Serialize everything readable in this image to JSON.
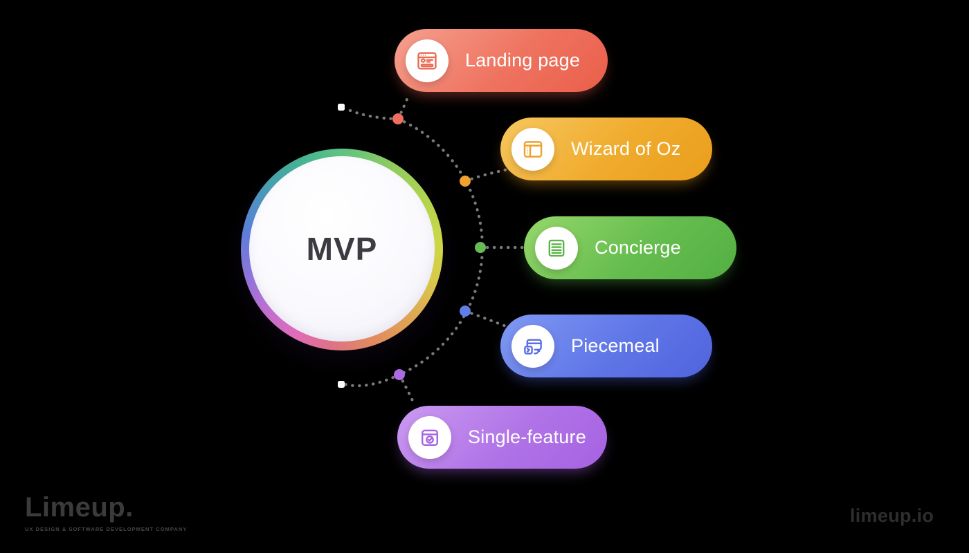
{
  "diagram": {
    "title_hint": "MVP types diagram",
    "center": {
      "label": "MVP"
    },
    "nodes": [
      {
        "label": "Landing page",
        "icon": "browser-window-icon",
        "color_from": "#f5a08f",
        "color_to": "#ea5f4b",
        "dot_color": "#ee6f60"
      },
      {
        "label": "Wizard of Oz",
        "icon": "window-sidebar-icon",
        "color_from": "#f6c75f",
        "color_to": "#ea9d1c",
        "dot_color": "#efa32c"
      },
      {
        "label": "Concierge",
        "icon": "list-lines-icon",
        "color_from": "#95d76a",
        "color_to": "#53af42",
        "dot_color": "#67bb55"
      },
      {
        "label": "Piecemeal",
        "icon": "window-refresh-icon",
        "color_from": "#8099f3",
        "color_to": "#5063dd",
        "dot_color": "#5f7ee8"
      },
      {
        "label": "Single-feature",
        "icon": "window-check-icon",
        "color_from": "#cb9af1",
        "color_to": "#a662e2",
        "dot_color": "#ad6ae5"
      }
    ],
    "connector_color": "#7b7b7b"
  },
  "footer": {
    "logo_text": "Limeup.",
    "logo_tagline": "UX DESIGN & SOFTWARE DEVELOPMENT COMPANY",
    "website": "limeup.io"
  }
}
